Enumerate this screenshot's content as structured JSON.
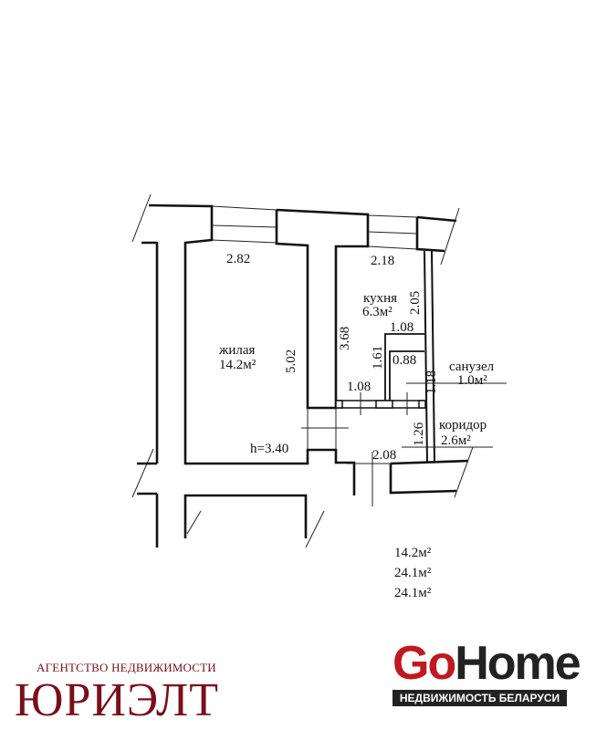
{
  "rooms": {
    "living": {
      "name": "жилая",
      "area": "14.2м²",
      "width": "2.82",
      "length": "5.02"
    },
    "kitchen": {
      "name": "кухня",
      "area": "6.3м²",
      "width": "2.18",
      "length": "3.68",
      "side": "2.05"
    },
    "bathroom": {
      "name": "санузел",
      "area": "1.0м²",
      "width": "1.08",
      "inner_width": "0.88",
      "length": "1.61",
      "side": "1.18"
    },
    "corridor": {
      "name": "коридор",
      "area": "2.6м²",
      "width": "2.08",
      "length": "1.26",
      "partition": "1.08"
    }
  },
  "ceiling_height": "h=3.40",
  "summary": [
    "14.2м²",
    "24.1м²",
    "24.1м²"
  ],
  "logos": {
    "agency_tagline": "АГЕНТСТВО НЕДВИЖИМОСТИ",
    "agency_name": "ЮРИЭЛТ",
    "gohome_go": "Go",
    "gohome_home": "Home",
    "gohome_tagline": "НЕДВИЖИМОСТЬ БЕЛАРУСИ",
    "colors": {
      "agency": "#7a0f1a",
      "go": "#c0191f",
      "home": "#222222"
    }
  }
}
